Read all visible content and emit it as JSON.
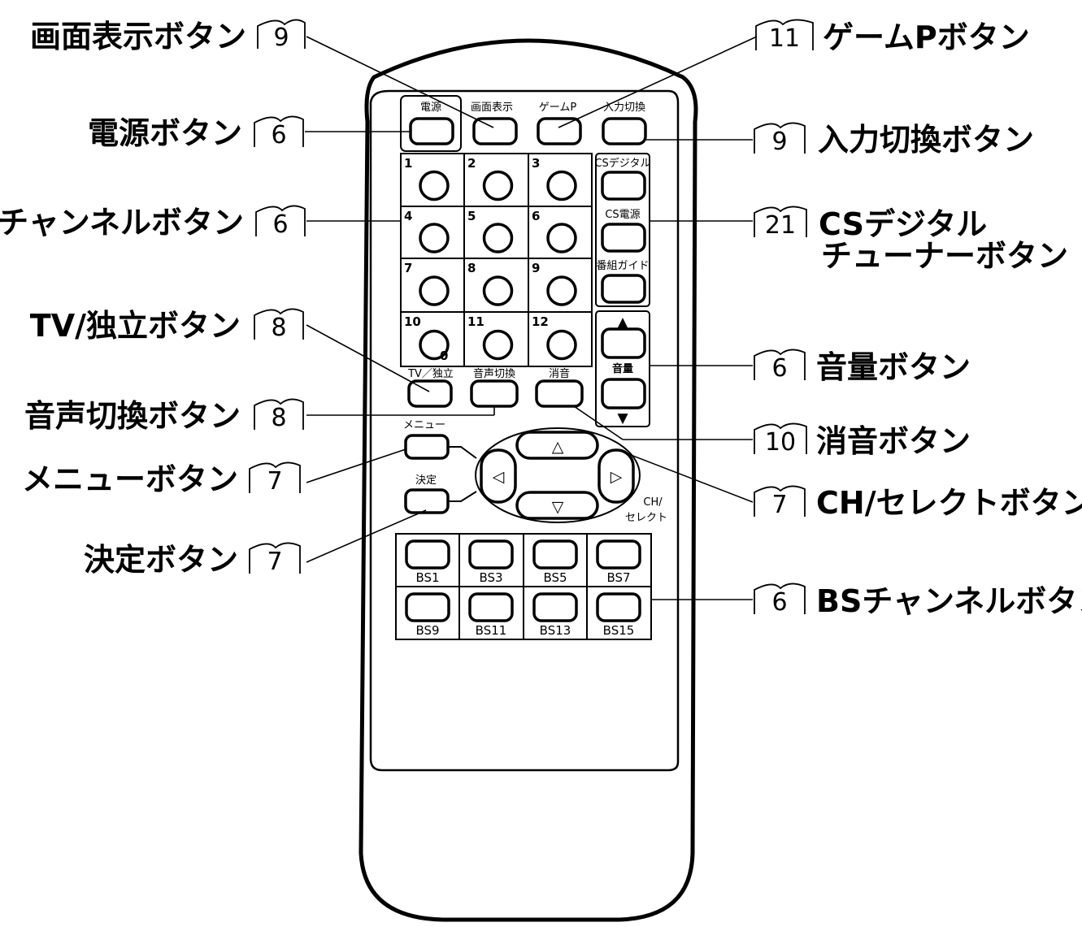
{
  "callouts": {
    "display": {
      "label": "画面表示ボタン",
      "page": "9"
    },
    "power": {
      "label": "電源ボタン",
      "page": "6"
    },
    "channel": {
      "label": "チャンネルボタン",
      "page": "6"
    },
    "tv": {
      "label": "TV/独立ボタン",
      "page": "8"
    },
    "audio": {
      "label": "音声切換ボタン",
      "page": "8"
    },
    "menu": {
      "label": "メニューボタン",
      "page": "7"
    },
    "enter": {
      "label": "決定ボタン",
      "page": "7"
    },
    "game": {
      "label": "ゲームPボタン",
      "page": "11"
    },
    "input": {
      "label": "入力切換ボタン",
      "page": "9"
    },
    "cs": {
      "label1": "CSデジタル",
      "label2": "チューナーボタン",
      "page": "21"
    },
    "volume": {
      "label": "音量ボタン",
      "page": "6"
    },
    "mute": {
      "label": "消音ボタン",
      "page": "10"
    },
    "chsel": {
      "label": "CH/セレクトボタン",
      "page": "7"
    },
    "bs": {
      "label": "BSチャンネルボタン",
      "page": "6"
    }
  },
  "remote": {
    "top": [
      "電源",
      "画面表示",
      "ゲームP",
      "入力切換"
    ],
    "numbers": [
      "1",
      "2",
      "3",
      "4",
      "5",
      "6",
      "7",
      "8",
      "9",
      "10",
      "11",
      "12"
    ],
    "zero": "0",
    "side": [
      "CSデジタル",
      "CS電源",
      "番組ガイド"
    ],
    "volume": "音量",
    "volume_up": "▲",
    "volume_down": "▼",
    "mid": [
      "TV／独立",
      "音声切換",
      "消音"
    ],
    "menu": "メニュー",
    "enter": "決定",
    "ch_select_1": "CH/",
    "ch_select_2": "セレクト",
    "arrow_up": "△",
    "arrow_down": "▽",
    "arrow_left": "◁",
    "arrow_right": "▷",
    "bs": [
      "BS1",
      "BS3",
      "BS5",
      "BS7",
      "BS9",
      "BS11",
      "BS13",
      "BS15"
    ]
  }
}
